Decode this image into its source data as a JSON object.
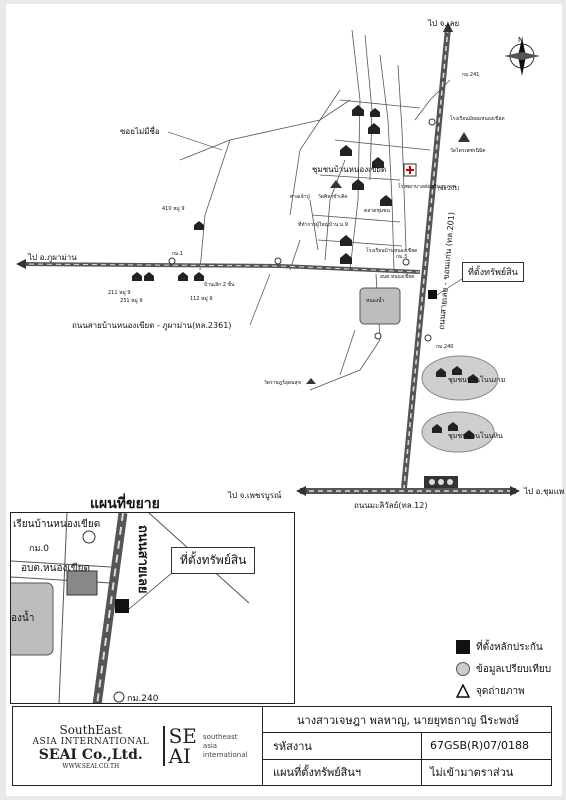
{
  "main_map": {
    "north_label": "N",
    "to_loei": "ไป จ.เลย",
    "to_phu_pha_man": "ไป อ.ภูผาม่าน",
    "to_phetchabun": "ไป จ.เพชรบูรณ์",
    "to_chum_phae": "ไป อ.ชุมแพ",
    "soi_no_name": "ซอยไม่มีชื่อ",
    "road_local": "ถนนสายบ้านหนองเขียด - ภูผาม่าน(ทล.2361)",
    "road_highway": "ถนนมะลิวัลย์(ทล.12)",
    "road_main_vertical": "ถนนสายเลย - ขอนแก่น (ทล.201)",
    "community_center": "ชุมชนบ้านหนองเขียด",
    "community_noen_ngam": "ชุมชนบ้านโนนงาม",
    "community_noen_hin": "ชุมชนบ้านโนนหิน",
    "property_label": "ที่ตั้งทรัพย์สิน",
    "km_1": "กม.1",
    "km_3": "กม.3",
    "km_240": "กม.240",
    "km_241": "กม.241",
    "house_410": "410 หมู่ 9",
    "house_211": "211 หมู่ 9",
    "house_231": "231 หมู่ 9",
    "house_112": "112 หมู่ 9",
    "house_two_storey": "บ้านเลิก 2 ชั้น",
    "school_nong_khiat": "โรงเรียนมัธยมหนองเขียด",
    "temple_pa_phet": "วัดไตรเพชรนิมิต",
    "temple_center": "วัดศิลาชำเคิด",
    "shrine": "ศาลเจ้าปู่",
    "hospital": "โรงพยาบาลส่งเสริมสุขภาพ",
    "market": "ตลาดชุมชน",
    "village_office": "ที่ทำการผู้ใหญ่บ้าน ม.9",
    "school_village": "โรงเรียนบ้านหนองเขียด",
    "obt": "อบต.หนองเขียด",
    "pond": "หนองน้ำ",
    "temple_south": "วัดราษฎร์อุดมสุข",
    "route_201_marker": "(ทล.201)"
  },
  "inset": {
    "title": "แผนที่ขยาย",
    "school_partial": "เรียนบ้านหนองเขียด",
    "km_0": "กม.0",
    "obt_partial": "อบต.หนองเขียด",
    "pond_partial": "องน้ำ",
    "road_vertical": "ถนนสายเลย",
    "property_label": "ที่ตั้งทรัพย์สิน",
    "km_240": "กม.240"
  },
  "legend": {
    "items": [
      {
        "label": "ที่ตั้งหลักประกัน",
        "symbol": "black-square"
      },
      {
        "label": "ข้อมูลเปรียบเทียบ",
        "symbol": "grey-circle"
      },
      {
        "label": "จุดถ่ายภาพ",
        "symbol": "triangle"
      }
    ]
  },
  "footer": {
    "company_line1": "SouthEast",
    "company_line2": "ASIA INTERNATIONAL",
    "company_line3": "SEAI Co.,Ltd.",
    "company_web": "WWW.SEAI.CO.TH",
    "logo_top": "SE",
    "logo_bottom": "AI",
    "logo_sub1": "southeast",
    "logo_sub2": "asia international",
    "owner": "นางสาวเจษฎา  พลหาญ, นายยุทธกาญ  นีระพงษ์",
    "code_label": "รหัสงาน",
    "code_value": "67GSB(R)07/0188",
    "doc_label": "แผนที่ตั้งทรัพย์สินฯ",
    "scale_note": "ไม่เข้ามาตราส่วน"
  }
}
